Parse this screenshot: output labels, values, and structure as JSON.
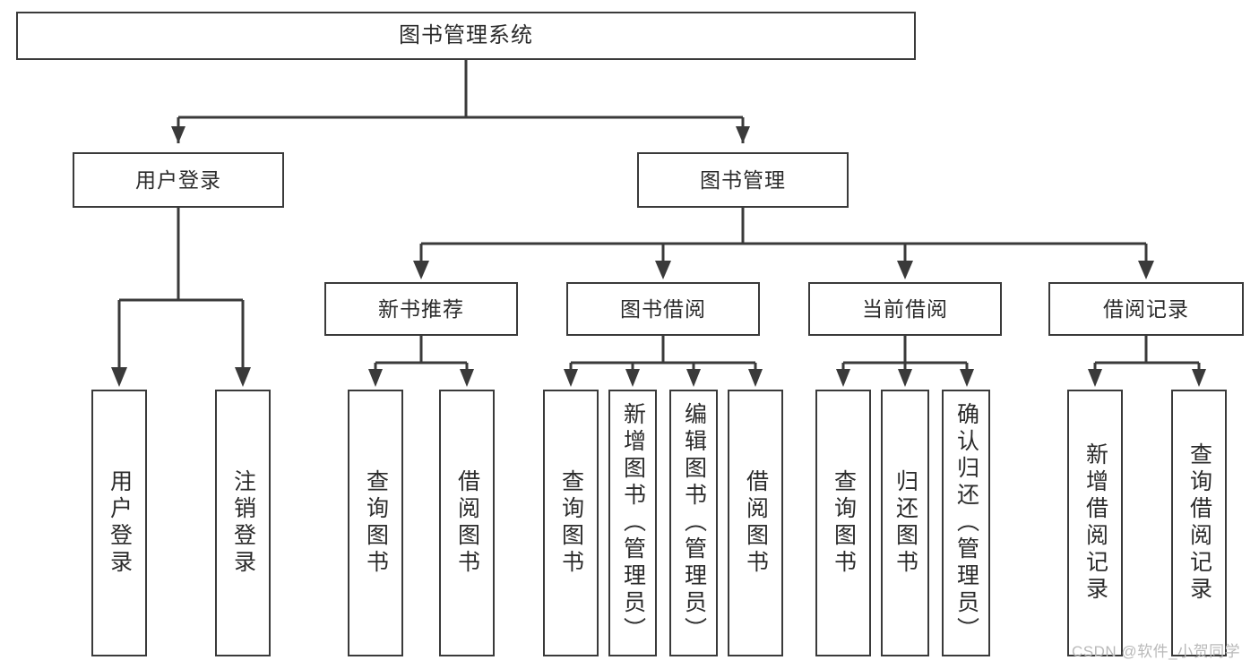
{
  "diagram": {
    "title": "图书管理系统",
    "type": "tree",
    "root": {
      "label": "图书管理系统"
    },
    "level1": [
      {
        "label": "用户登录"
      },
      {
        "label": "图书管理"
      }
    ],
    "level2": [
      {
        "label": "新书推荐"
      },
      {
        "label": "图书借阅"
      },
      {
        "label": "当前借阅"
      },
      {
        "label": "借阅记录"
      }
    ],
    "leaves": {
      "user_login": [
        {
          "label": "用户登录"
        },
        {
          "label": "注销登录"
        }
      ],
      "new_book_recommend": [
        {
          "label": "查询图书"
        },
        {
          "label": "借阅图书"
        }
      ],
      "book_borrow": [
        {
          "label": "查询图书"
        },
        {
          "label": "新增图书（管理员）"
        },
        {
          "label": "编辑图书（管理员）"
        },
        {
          "label": "借阅图书"
        }
      ],
      "current_borrow": [
        {
          "label": "查询图书"
        },
        {
          "label": "归还图书"
        },
        {
          "label": "确认归还（管理员）"
        }
      ],
      "borrow_record": [
        {
          "label": "新增借阅记录"
        },
        {
          "label": "查询借阅记录"
        }
      ]
    }
  },
  "watermark": {
    "text": "CSDN @软件_小贺同学"
  },
  "colors": {
    "box_border": "#3a3a3a",
    "box_fill": "#ffffff",
    "text": "#2b2b2b",
    "connector": "#3a3a3a",
    "watermark": "#b9b9b9"
  }
}
